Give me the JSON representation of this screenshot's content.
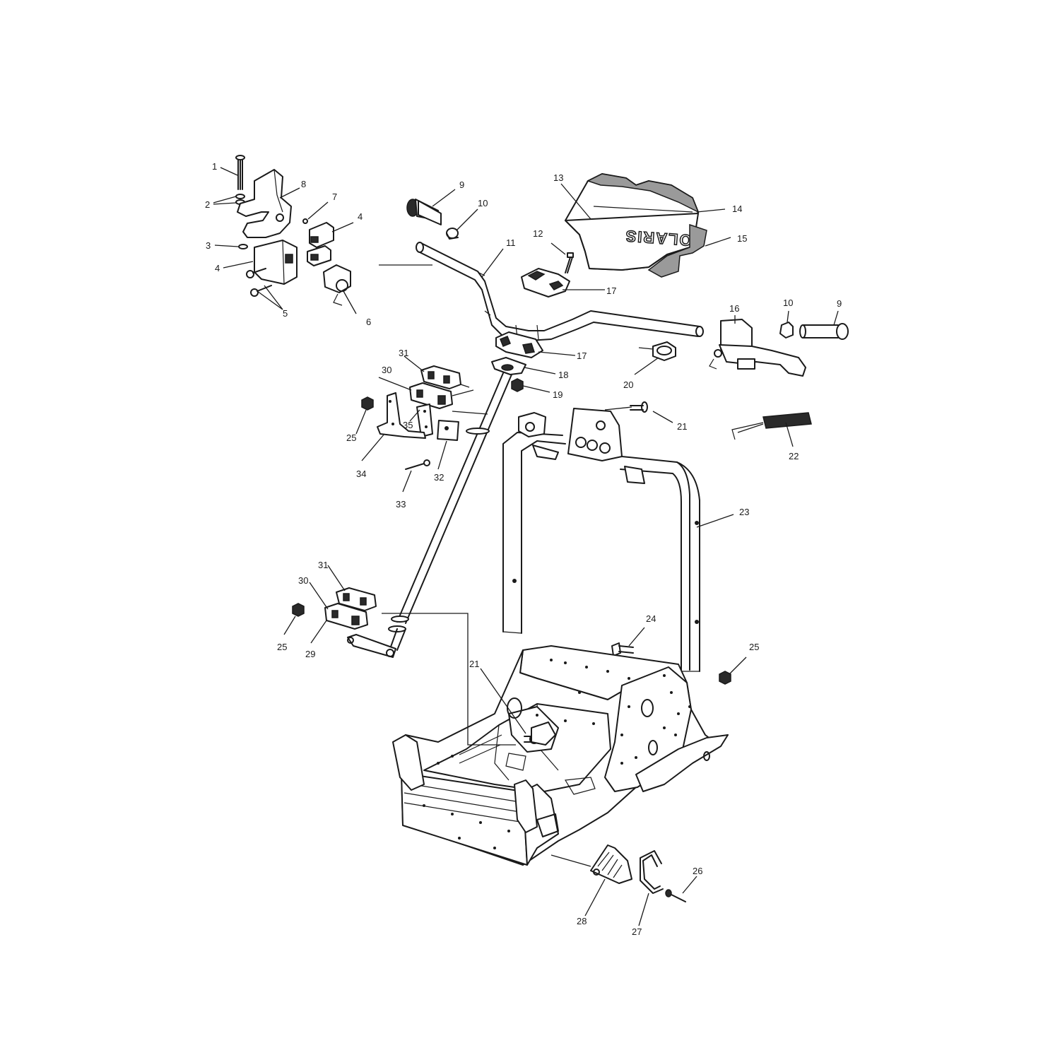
{
  "callouts": {
    "c1": "1",
    "c2": "2",
    "c3": "3",
    "c4a": "4",
    "c4b": "4",
    "c5": "5",
    "c6": "6",
    "c7": "7",
    "c8": "8",
    "c9a": "9",
    "c10a": "10",
    "c11": "11",
    "c12": "12",
    "c13": "13",
    "c14": "14",
    "c15": "15",
    "c16": "16",
    "c10b": "10",
    "c9b": "9",
    "c17a": "17",
    "c17b": "17",
    "c18": "18",
    "c19": "19",
    "c20": "20",
    "c21a": "21",
    "c22": "22",
    "c23": "23",
    "c24": "24",
    "c25a": "25",
    "c25b": "25",
    "c25c": "25",
    "c21b": "21",
    "c26": "26",
    "c27": "27",
    "c28": "28",
    "c29": "29",
    "c30a": "30",
    "c31a": "31",
    "c30b": "30",
    "c31b": "31",
    "c32": "32",
    "c33": "33",
    "c34": "34",
    "c35": "35"
  },
  "hood_logo": "POLARIS"
}
